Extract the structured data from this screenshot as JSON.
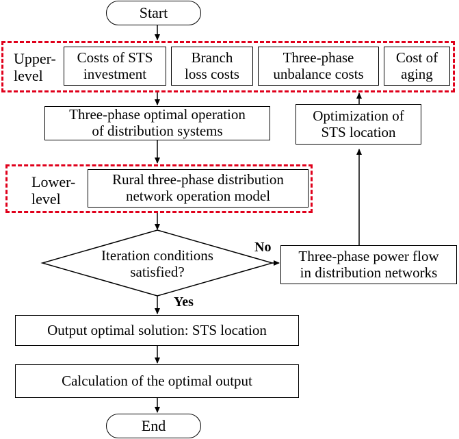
{
  "start": "Start",
  "end": "End",
  "upper": {
    "label": "Upper-\nlevel",
    "costs": [
      "Costs of STS\ninvestment",
      "Branch\nloss costs",
      "Three-phase\nunbalance costs",
      "Cost of\naging"
    ]
  },
  "three_phase_opt": "Three-phase optimal operation\nof distribution systems",
  "lower": {
    "label": "Lower-\nlevel",
    "model": "Rural three-phase distribution\nnetwork operation model"
  },
  "decision": "Iteration conditions\nsatisfied?",
  "no_label": "No",
  "yes_label": "Yes",
  "power_flow": "Three-phase power flow\nin distribution networks",
  "optimization": "Optimization of\nSTS location",
  "output_solution": "Output optimal solution: STS  location",
  "calculation": "Calculation of the optimal output",
  "colors": {
    "dashed_border": "#e0001b",
    "line": "#000000"
  }
}
